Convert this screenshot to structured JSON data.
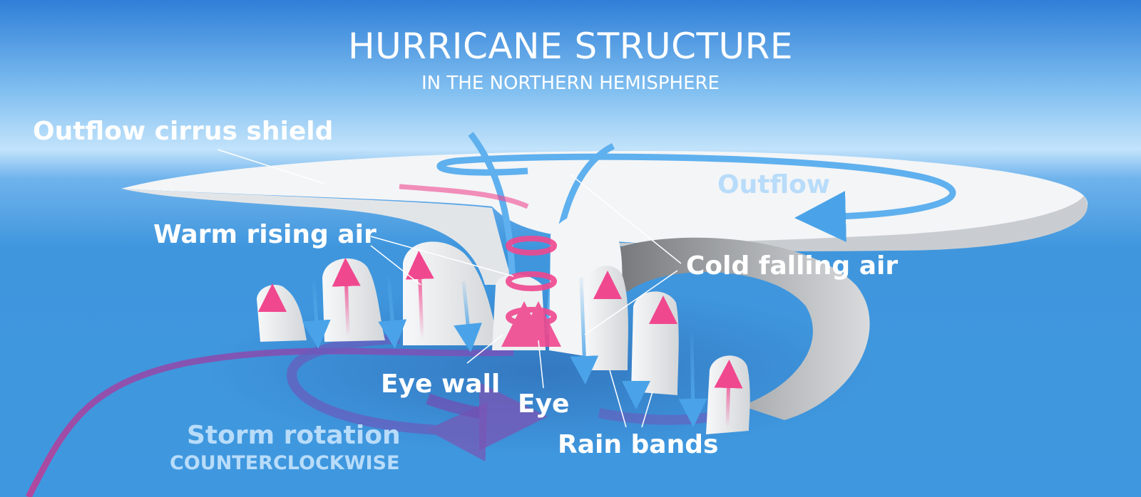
{
  "title": "HURRICANE STRUCTURE",
  "subtitle": "IN THE NORTHERN HEMISPHERE",
  "labels": {
    "outflow_cirrus_shield": "Outflow cirrus shield",
    "outflow": "Outflow",
    "warm_rising_air": "Warm rising air",
    "cold_falling_air": "Cold falling air",
    "eye_wall": "Eye wall",
    "eye": "Eye",
    "rain_bands": "Rain bands",
    "storm_rotation": "Storm rotation",
    "counterclockwise": "COUNTERCLOCKWISE"
  },
  "colors": {
    "sky_top": "#3a87dc",
    "sky_band": "#bfe2fb",
    "sea": "#3f96dd",
    "cloud": "#f2f4f6",
    "cloud_shadow": "#7d7f82",
    "warm_air": "#f0488f",
    "cold_air": "#5fb0ee",
    "rotation": "#9a4fa9",
    "label_light": "#b8dcfa"
  }
}
